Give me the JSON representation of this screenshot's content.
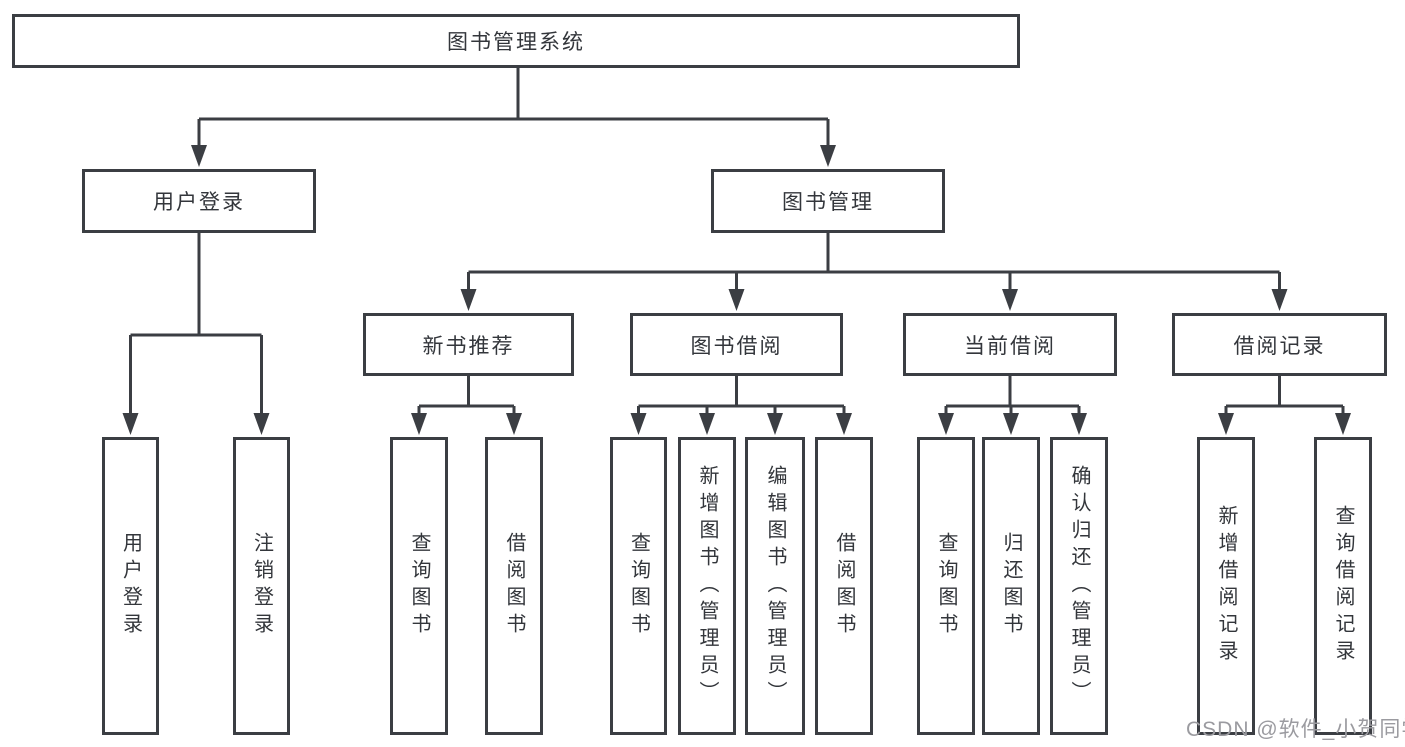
{
  "diagram": {
    "root": {
      "label": "图书管理系统"
    },
    "branches": [
      {
        "label": "用户登录",
        "children": [
          {
            "label": "用户登录"
          },
          {
            "label": "注销登录"
          }
        ]
      },
      {
        "label": "图书管理",
        "children": [
          {
            "label": "新书推荐",
            "children": [
              {
                "label": "查询图书"
              },
              {
                "label": "借阅图书"
              }
            ]
          },
          {
            "label": "图书借阅",
            "children": [
              {
                "label": "查询图书"
              },
              {
                "label": "新增图书（管理员）"
              },
              {
                "label": "编辑图书（管理员）"
              },
              {
                "label": "借阅图书"
              }
            ]
          },
          {
            "label": "当前借阅",
            "children": [
              {
                "label": "查询图书"
              },
              {
                "label": "归还图书"
              },
              {
                "label": "确认归还（管理员）"
              }
            ]
          },
          {
            "label": "借阅记录",
            "children": [
              {
                "label": "新增借阅记录"
              },
              {
                "label": "查询借阅记录"
              }
            ]
          }
        ]
      }
    ]
  },
  "watermark": {
    "text": "CSDN @软件_小贺同学"
  },
  "colors": {
    "line": "#3b3e43",
    "text": "#33363b",
    "watermark": "#9b9ba0",
    "background": "#ffffff"
  }
}
